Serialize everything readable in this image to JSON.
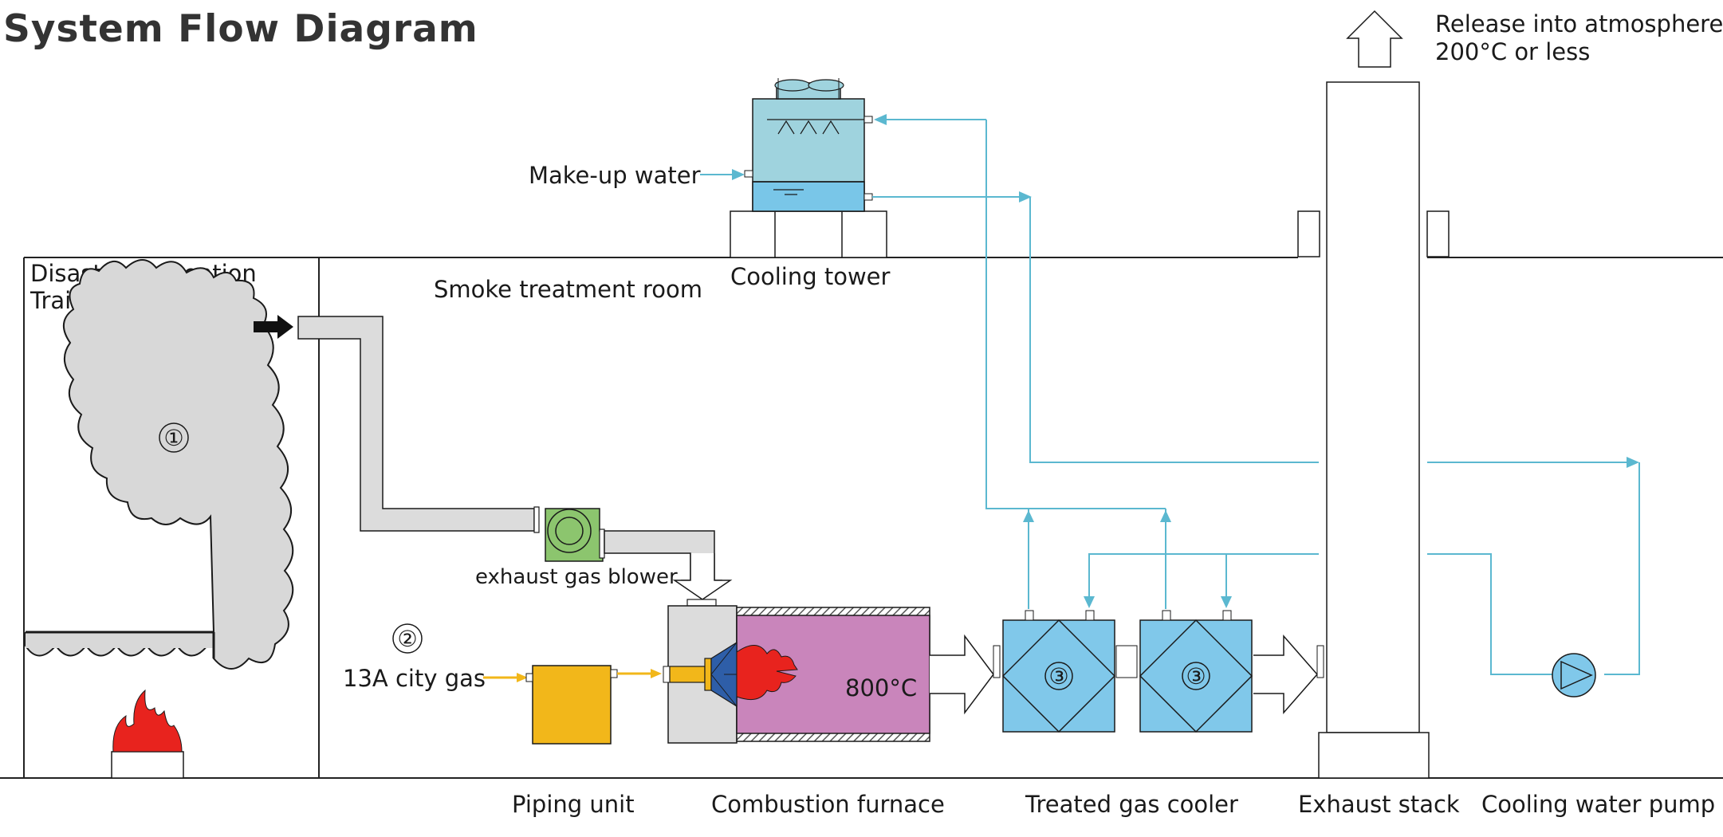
{
  "title": "System Flow Diagram",
  "rooms": {
    "training_room_line1": "Disaster Prevention",
    "training_room_line2": "Training Room",
    "smoke_room": "Smoke treatment room"
  },
  "release": {
    "line1": "Release into atmosphere",
    "line2": "200°C or less"
  },
  "labels": {
    "makeup_water": "Make-up water",
    "cooling_tower": "Cooling tower",
    "exhaust_blower": "exhaust gas blower",
    "city_gas": "13A city gas",
    "piping_unit": "Piping unit",
    "combustion_furnace": "Combustion furnace",
    "treated_gas_cooler": "Treated gas cooler",
    "exhaust_stack": "Exhaust stack",
    "cooling_water_pump": "Cooling water pump",
    "furnace_temp": "800°C"
  },
  "markers": {
    "smoke": "①",
    "gas": "②",
    "cooler_a": "③",
    "cooler_b": "③"
  },
  "colors": {
    "smoke_fill": "#d8d8d8",
    "duct_fill": "#dcdcdc",
    "water_line": "#5bb8d0",
    "tower_body": "#9fd3de",
    "tower_water": "#79c6e8",
    "cooler_fill": "#80c8ea",
    "furnace_fill": "#c985bb",
    "piping_unit_fill": "#f2b71a",
    "gas_line": "#f2b71a",
    "blower_fill": "#8cc56e",
    "flame": "#e8231e",
    "burner_blue": "#2e5ea8"
  },
  "icons": [
    "fire-icon",
    "smoke-cloud-icon",
    "flame-icon",
    "blower-fan-icon",
    "pump-icon",
    "up-arrow-icon"
  ]
}
